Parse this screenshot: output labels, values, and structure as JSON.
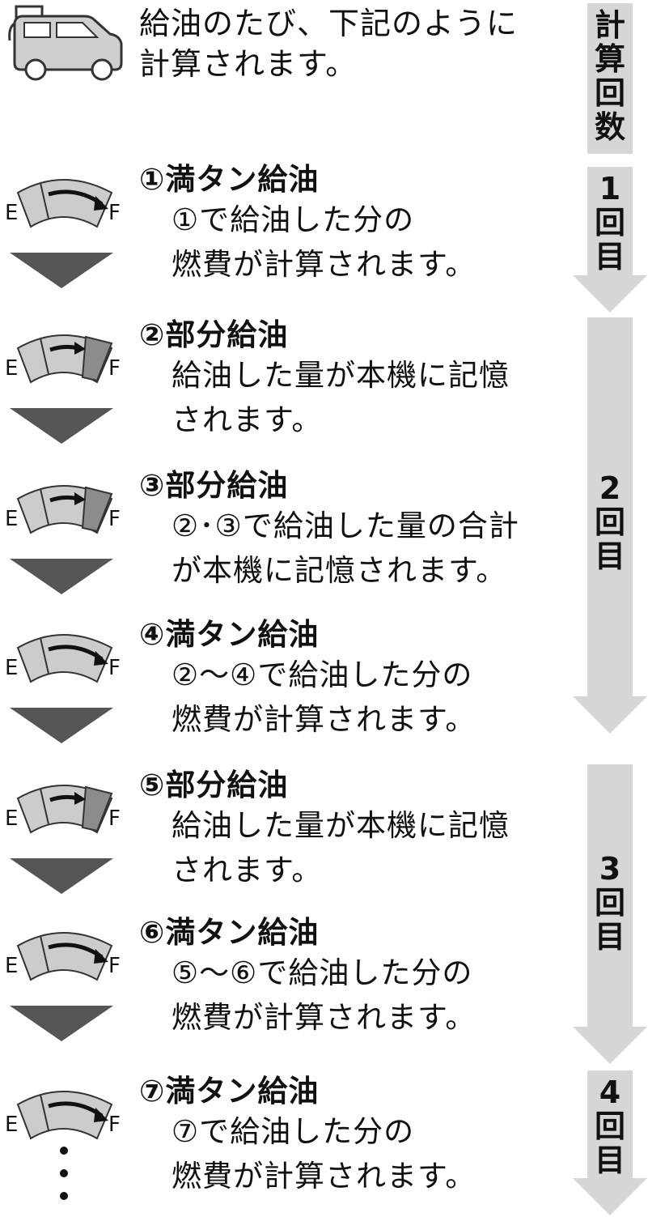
{
  "intro": {
    "line1": "給油のたび、下記のように",
    "line2": "計算されます。"
  },
  "counts_header": [
    "計",
    "算",
    "回",
    "数"
  ],
  "counts": [
    {
      "num": "1",
      "kai": "回",
      "me": "目"
    },
    {
      "num": "2",
      "kai": "回",
      "me": "目"
    },
    {
      "num": "3",
      "kai": "回",
      "me": "目"
    },
    {
      "num": "4",
      "kai": "回",
      "me": "目"
    }
  ],
  "gauge_labels": {
    "empty": "E",
    "full": "F"
  },
  "steps": [
    {
      "title": "①満タン給油",
      "line1": "①で給油した分の",
      "line2": "燃費が計算されます。",
      "fill": "full"
    },
    {
      "title": "②部分給油",
      "line1": "給油した量が本機に記憶",
      "line2": "されます。",
      "fill": "partial"
    },
    {
      "title": "③部分給油",
      "line1": "②･③で給油した量の合計",
      "line2": "が本機に記憶されます。",
      "fill": "partial"
    },
    {
      "title": "④満タン給油",
      "line1": "②～④で給油した分の",
      "line2": "燃費が計算されます。",
      "fill": "full"
    },
    {
      "title": "⑤部分給油",
      "line1": "給油した量が本機に記憶",
      "line2": "されます。",
      "fill": "partial"
    },
    {
      "title": "⑥満タン給油",
      "line1": "⑤～⑥で給油した分の",
      "line2": "燃費が計算されます。",
      "fill": "full"
    },
    {
      "title": "⑦満タン給油",
      "line1": "⑦で給油した分の",
      "line2": "燃費が計算されます。",
      "fill": "full"
    }
  ],
  "colors": {
    "gauge_face": "#cccccc",
    "gauge_partial": "#8c8c8c",
    "down_arrow": "#555555",
    "side_bar": "#d6d6d6"
  }
}
